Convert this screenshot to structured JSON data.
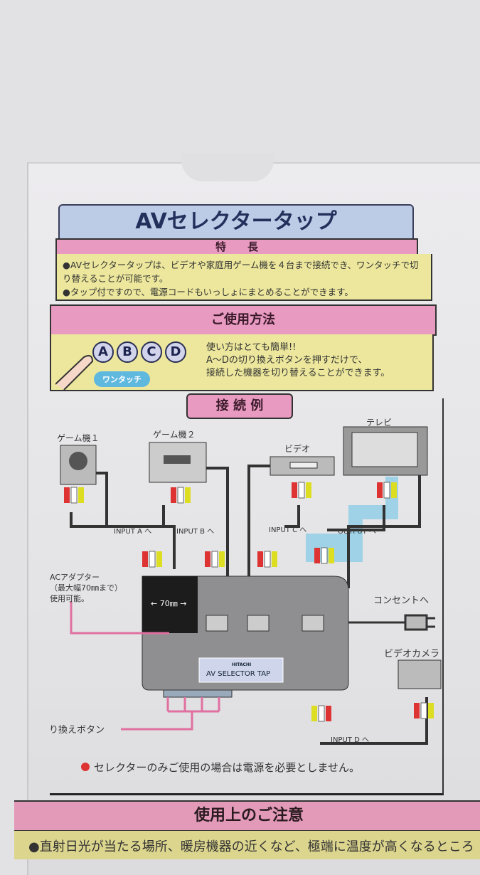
{
  "title": "AVセレクタータップ",
  "features": {
    "heading": "特　　長",
    "items": [
      "●AVセレクタータップは、ビデオや家庭用ゲーム機を４台まで接続でき、ワンタッチで切り替えることが可能です。",
      "●タップ付ですので、電源コードもいっしょにまとめることができます。"
    ]
  },
  "usage": {
    "heading": "ご使用方法",
    "buttons": [
      "A",
      "B",
      "C",
      "D"
    ],
    "bubble": "ワンタッチ",
    "lines": [
      "使い方はとても簡単!!",
      "A～Dの切り換えボタンを押すだけで、",
      "接続した機器を切り替えることができます。"
    ]
  },
  "example": {
    "heading": "接 続 例",
    "devices": {
      "game1": "ゲーム機１",
      "game2": "ゲーム機２",
      "video": "ビデオ",
      "tv": "テレビ",
      "outlet": "コンセントへ",
      "camera": "ビデオカメラ"
    },
    "ports": {
      "a": "INPUT A へ",
      "b": "INPUT B へ",
      "c": "INPUT C へ",
      "out": "OUTPUT へ",
      "d": "INPUT D へ"
    },
    "adapter": [
      "ACアダプター",
      "（最大幅70㎜まで）",
      "使用可能。"
    ],
    "width": "← 70㎜ →",
    "brand": "HITACHI",
    "product": "AV SELECTOR TAP",
    "switch_label": "切り換えボタン",
    "note": "セレクターのみご使用の場合は電源を必要としません。"
  },
  "caution": {
    "heading": "使用上のご注意",
    "first": "●直射日光が当たる場所、暖房機器の近くなど、極端に温度が高くなるところ"
  },
  "colors": {
    "pink": "#e99ac0",
    "yellow": "#ece79c",
    "blue": "#bccbe6"
  }
}
